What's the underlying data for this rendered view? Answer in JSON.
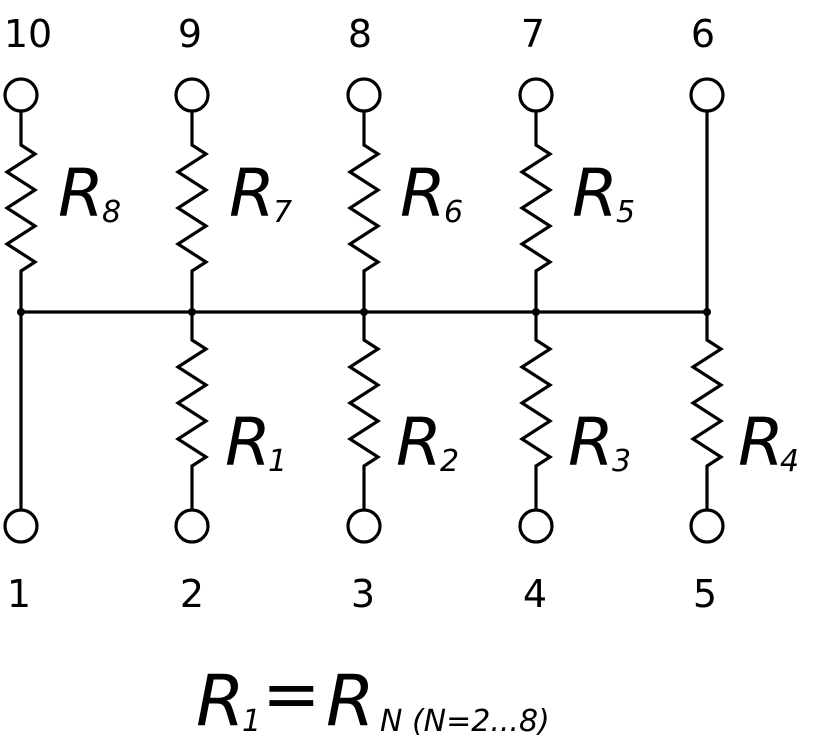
{
  "diagram": {
    "top_pins": [
      "10",
      "9",
      "8",
      "7",
      "6"
    ],
    "bottom_pins": [
      "1",
      "2",
      "3",
      "4",
      "5"
    ],
    "upper_resistors": [
      {
        "letter": "R",
        "sub": "8"
      },
      {
        "letter": "R",
        "sub": "7"
      },
      {
        "letter": "R",
        "sub": "6"
      },
      {
        "letter": "R",
        "sub": "5"
      }
    ],
    "lower_resistors": [
      {
        "letter": "R",
        "sub": "1"
      },
      {
        "letter": "R",
        "sub": "2"
      },
      {
        "letter": "R",
        "sub": "3"
      },
      {
        "letter": "R",
        "sub": "4"
      }
    ],
    "formula": {
      "left": "R",
      "left_sub": "1",
      "equals": "=",
      "right": "R",
      "right_sub": "N (N=2...8)"
    },
    "colors": {
      "line": "#000000",
      "background": "#ffffff"
    }
  }
}
